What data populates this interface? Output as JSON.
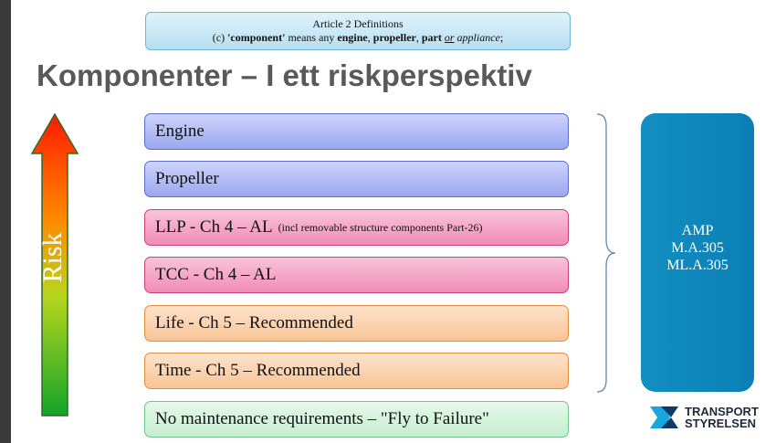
{
  "definition": {
    "heading": "Article 2 Definitions",
    "prefix": "(c) ",
    "term": "'component'",
    "text1": " means any ",
    "word_engine": "engine",
    "sep1": ", ",
    "word_propeller": "propeller",
    "sep2": ", ",
    "word_part": "part",
    "word_or": "or",
    "word_appliance": "appliance",
    "suffix": ";"
  },
  "title": "Komponenter – I ett riskperspektiv",
  "risk_label": "Risk",
  "items": [
    {
      "label": "Engine",
      "note": ""
    },
    {
      "label": "Propeller",
      "note": ""
    },
    {
      "label": "LLP -  Ch 4 – AL",
      "note": "(incl removable structure components Part-26)"
    },
    {
      "label": "TCC -  Ch 4 – AL",
      "note": ""
    },
    {
      "label": "Life -  Ch 5 – Recommended",
      "note": ""
    },
    {
      "label": "Time -  Ch 5 – Recommended",
      "note": ""
    },
    {
      "label": "No maintenance requirements – \"Fly to Failure\"",
      "note": ""
    }
  ],
  "amp": {
    "line1": "AMP",
    "line2": "M.A.305",
    "line3": "ML.A.305"
  },
  "logo": {
    "line1": "TRANSPORT",
    "line2": "STYRELSEN"
  },
  "colors": {
    "engine_bar": "#9aa7ef",
    "llp_bar": "#f08db5",
    "life_bar": "#f9c495",
    "no_maint_bar": "#c5edd0",
    "amp_box": "#138fc2",
    "title": "#595959"
  }
}
